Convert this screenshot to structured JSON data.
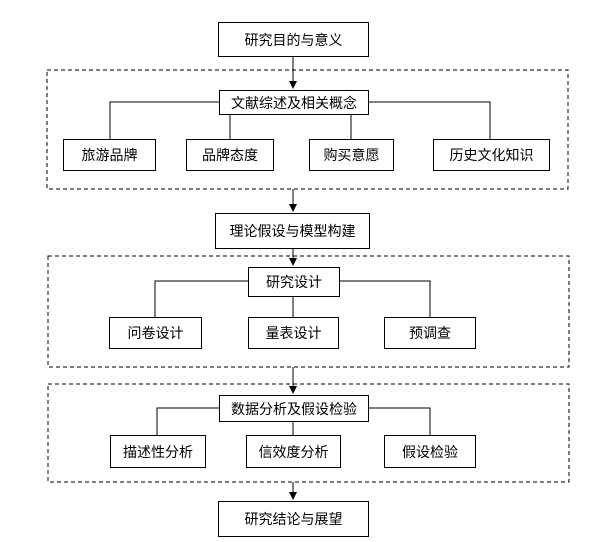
{
  "flowchart": {
    "step1": "研究目的与意义",
    "section1": {
      "hub": "文献综述及相关概念",
      "items": [
        "旅游品牌",
        "品牌态度",
        "购买意愿",
        "历史文化知识"
      ]
    },
    "step2": "理论假设与模型构建",
    "section2": {
      "hub": "研究设计",
      "items": [
        "问卷设计",
        "量表设计",
        "预调查"
      ]
    },
    "section3": {
      "hub": "数据分析及假设检验",
      "items": [
        "描述性分析",
        "信效度分析",
        "假设检验"
      ]
    },
    "step3": "研究结论与展望"
  }
}
